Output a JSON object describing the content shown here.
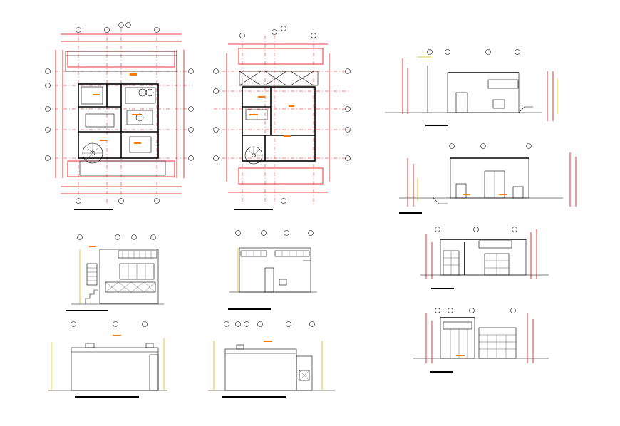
{
  "drawing": {
    "views": [
      {
        "id": "plan-ground",
        "kind": "floor-plan"
      },
      {
        "id": "plan-upper",
        "kind": "floor-plan"
      },
      {
        "id": "elevation-front",
        "kind": "elevation"
      },
      {
        "id": "elevation-rear",
        "kind": "elevation"
      },
      {
        "id": "elevation-side-a",
        "kind": "elevation"
      },
      {
        "id": "elevation-side-b",
        "kind": "elevation"
      },
      {
        "id": "section-1",
        "kind": "section"
      },
      {
        "id": "section-2",
        "kind": "section"
      },
      {
        "id": "section-3",
        "kind": "section"
      },
      {
        "id": "section-4",
        "kind": "section"
      }
    ],
    "colors": {
      "linework": "#000000",
      "dimensions": "#e00000",
      "axes": "#e00000",
      "annotations": "#e8b000",
      "room_labels": "#ff7a00",
      "background": "#ffffff"
    }
  }
}
